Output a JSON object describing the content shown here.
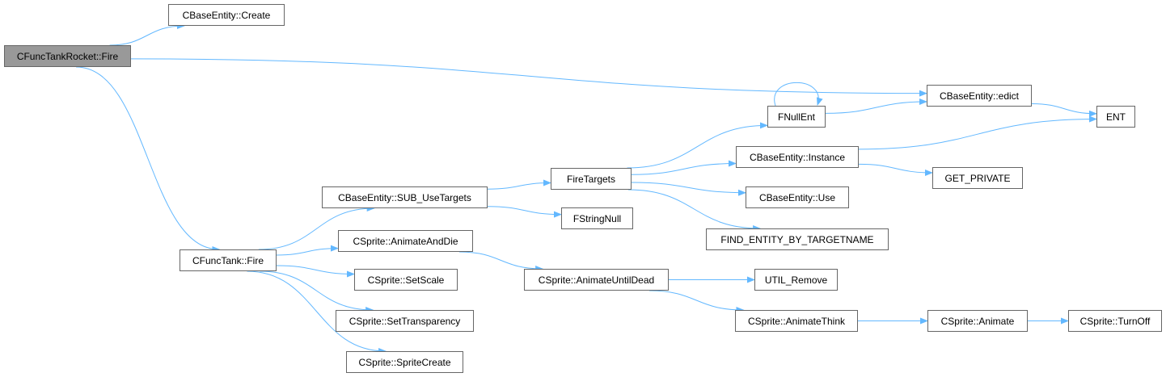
{
  "nodes": [
    {
      "id": "create",
      "label": "CBaseEntity::Create"
    },
    {
      "id": "tankrocket_fire",
      "label": "CFuncTankRocket::Fire",
      "root": true
    },
    {
      "id": "edict",
      "label": "CBaseEntity::edict"
    },
    {
      "id": "fnullent",
      "label": "FNullEnt"
    },
    {
      "id": "ent",
      "label": "ENT"
    },
    {
      "id": "instance",
      "label": "CBaseEntity::Instance"
    },
    {
      "id": "get_private",
      "label": "GET_PRIVATE"
    },
    {
      "id": "firetargets",
      "label": "FireTargets"
    },
    {
      "id": "sub_usetargets",
      "label": "CBaseEntity::SUB_UseTargets"
    },
    {
      "id": "use",
      "label": "CBaseEntity::Use"
    },
    {
      "id": "fstringnull",
      "label": "FStringNull"
    },
    {
      "id": "find_entity",
      "label": "FIND_ENTITY_BY_TARGETNAME"
    },
    {
      "id": "animateanddie",
      "label": "CSprite::AnimateAndDie"
    },
    {
      "id": "functank_fire",
      "label": "CFuncTank::Fire"
    },
    {
      "id": "animateuntildead",
      "label": "CSprite::AnimateUntilDead"
    },
    {
      "id": "setscale",
      "label": "CSprite::SetScale"
    },
    {
      "id": "util_remove",
      "label": "UTIL_Remove"
    },
    {
      "id": "settransparency",
      "label": "CSprite::SetTransparency"
    },
    {
      "id": "animatethink",
      "label": "CSprite::AnimateThink"
    },
    {
      "id": "animate",
      "label": "CSprite::Animate"
    },
    {
      "id": "turnoff",
      "label": "CSprite::TurnOff"
    },
    {
      "id": "spritecreate",
      "label": "CSprite::SpriteCreate"
    }
  ],
  "edges": [
    {
      "from": "tankrocket_fire",
      "to": "create"
    },
    {
      "from": "tankrocket_fire",
      "to": "edict"
    },
    {
      "from": "tankrocket_fire",
      "to": "functank_fire"
    },
    {
      "from": "edict",
      "to": "ent"
    },
    {
      "from": "fnullent",
      "to": "edict"
    },
    {
      "from": "fnullent",
      "to": "fnullent"
    },
    {
      "from": "instance",
      "to": "ent"
    },
    {
      "from": "instance",
      "to": "get_private"
    },
    {
      "from": "firetargets",
      "to": "fnullent"
    },
    {
      "from": "firetargets",
      "to": "instance"
    },
    {
      "from": "firetargets",
      "to": "use"
    },
    {
      "from": "firetargets",
      "to": "find_entity"
    },
    {
      "from": "sub_usetargets",
      "to": "firetargets"
    },
    {
      "from": "sub_usetargets",
      "to": "fstringnull"
    },
    {
      "from": "functank_fire",
      "to": "sub_usetargets"
    },
    {
      "from": "functank_fire",
      "to": "animateanddie"
    },
    {
      "from": "functank_fire",
      "to": "setscale"
    },
    {
      "from": "functank_fire",
      "to": "settransparency"
    },
    {
      "from": "functank_fire",
      "to": "spritecreate"
    },
    {
      "from": "animateanddie",
      "to": "animateuntildead"
    },
    {
      "from": "animateuntildead",
      "to": "util_remove"
    },
    {
      "from": "animateuntildead",
      "to": "animatethink"
    },
    {
      "from": "animatethink",
      "to": "animate"
    },
    {
      "from": "animate",
      "to": "turnoff"
    }
  ],
  "colors": {
    "edge": "#63b8ff",
    "node_border": "#666666",
    "root_fill": "#999999",
    "node_fill": "#ffffff"
  }
}
